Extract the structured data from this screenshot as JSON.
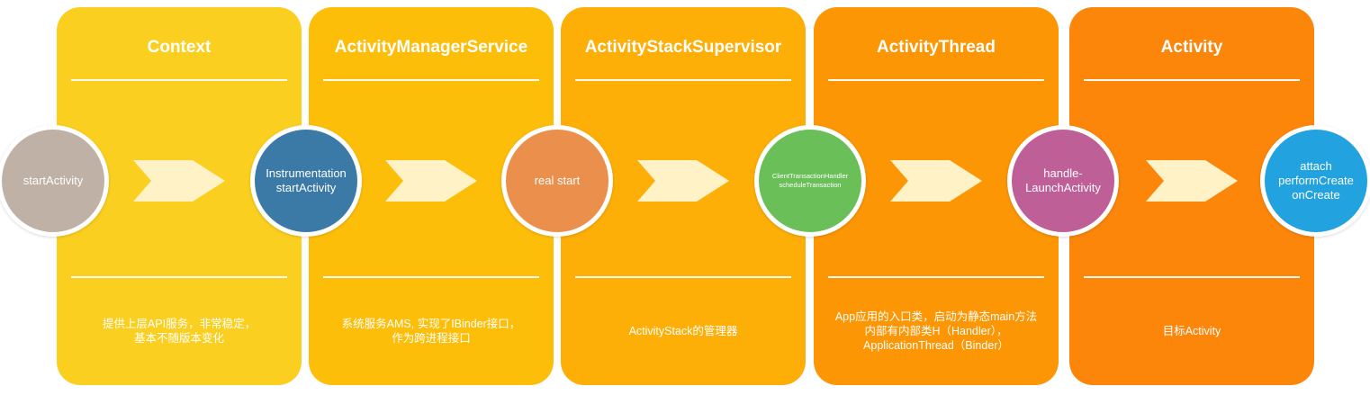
{
  "colors": {
    "panel_1": "#FBCF1F",
    "panel_2": "#FDBE0A",
    "panel_3": "#FDAF07",
    "panel_4": "#FC9605",
    "panel_5": "#FC860A",
    "arrow": "#FFF2C6",
    "node_start": "#BFB1A5",
    "node_instrumentation": "#3B79A6",
    "node_real_start": "#EB8F4D",
    "node_client_transaction": "#6ABF59",
    "node_handle_launch": "#BE5F98",
    "node_attach": "#22A3DF"
  },
  "panels": [
    {
      "title": "Context",
      "description": "提供上层API服务，非常稳定，\n基本不随版本变化"
    },
    {
      "title": "ActivityManagerService",
      "description": "系统服务AMS, 实现了IBinder接口，\n作为跨进程接口"
    },
    {
      "title": "ActivityStackSupervisor",
      "description": "ActivityStack的管理器"
    },
    {
      "title": "ActivityThread",
      "description": "App应用的入口类，启动为静态main方法\n内部有内部类H（Handler），\nApplicationThread（Binder）"
    },
    {
      "title": "Activity",
      "description": "目标Activity"
    }
  ],
  "nodes": [
    {
      "label": "startActivity"
    },
    {
      "label": "Instrumentation\nstartActivity"
    },
    {
      "label": "real start"
    },
    {
      "label": "ClientTransactionHandler\nscheduleTransaction"
    },
    {
      "label": "handle-\nLaunchActivity"
    },
    {
      "label": "attach\nperformCreate\nonCreate"
    }
  ]
}
